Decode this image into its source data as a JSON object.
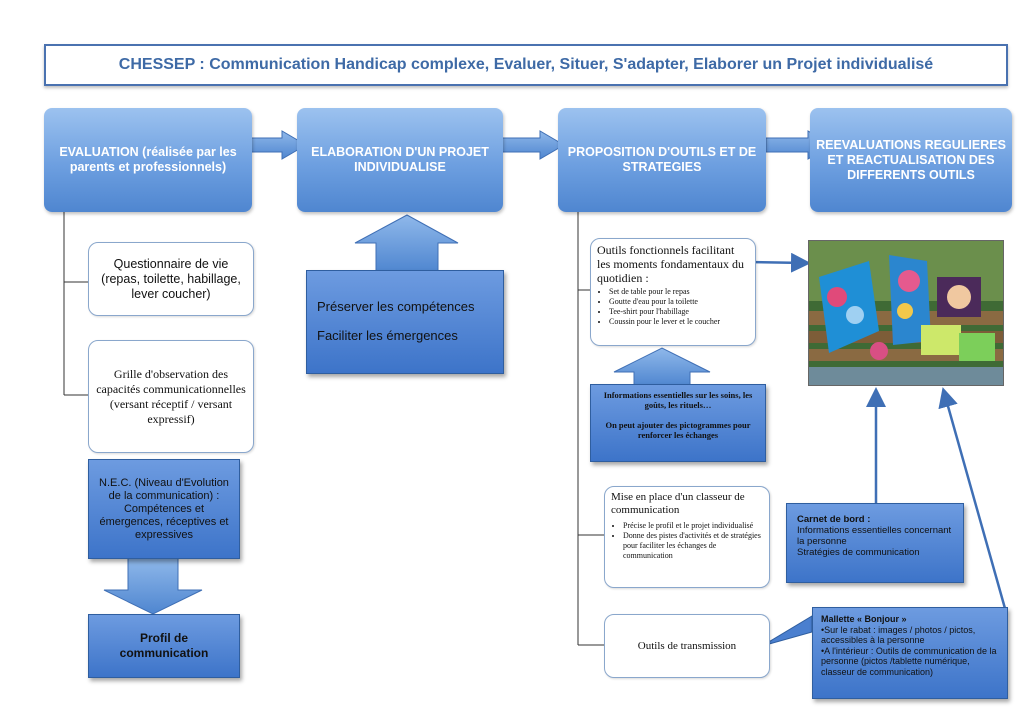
{
  "title": "CHESSEP : Communication Handicap complexe, Evaluer, Situer, S'adapter, Elaborer un Projet individualisé",
  "stages": {
    "evaluation": "EVALUATION (réalisée par les parents et professionnels)",
    "projet": "ELABORATION D'UN PROJET INDIVIDUALISE",
    "outils": "PROPOSITION D'OUTILS ET DE STRATEGIES",
    "reeval": "REEVALUATIONS REGULIERES ET REACTUALISATION DES DIFFERENTS OUTILS"
  },
  "evaluation_children": {
    "questionnaire": "Questionnaire de vie (repas, toilette, habillage, lever coucher)",
    "grille": "Grille d'observation des capacités communicationnelles (versant réceptif / versant expressif)",
    "nec": "N.E.C. (Niveau d'Evolution de la communication) : Compétences et émergences, réceptives et expressives",
    "profil": "Profil de communication"
  },
  "projet_children": {
    "line1": "Préserver les compétences",
    "line2": "Faciliter les émergences"
  },
  "outils_children": {
    "fonctionnels": {
      "title": "Outils fonctionnels facilitant les moments fondamentaux du quotidien :",
      "items": [
        "Set de table pour le repas",
        "Goutte d'eau pour la toilette",
        "Tee-shirt pour l'habillage",
        "Coussin pour le lever et le coucher"
      ]
    },
    "infos": {
      "line1": "Informations essentielles sur les soins, les goûts, les rituels…",
      "line2": "On peut ajouter des pictogrammes pour renforcer les échanges"
    },
    "classeur": {
      "title": "Mise en place d'un classeur de communication",
      "items": [
        "Précise le profil et le projet individualisé",
        "Donne des pistes d'activités et de stratégies pour faciliter les échanges de communication"
      ]
    },
    "transmission": "Outils de transmission"
  },
  "carnet": {
    "title": "Carnet de bord :",
    "line1": "Informations essentielles concernant la personne",
    "line2": "Stratégies de communication"
  },
  "mallette": {
    "title": "Mallette « Bonjour »",
    "line1": "•Sur le rabat : images / photos / pictos, accessibles à la personne",
    "line2": "•A l'intérieur : Outils de communication de la personne (pictos /tablette numérique, classeur de communication)"
  },
  "colors": {
    "stage_blue": "#6d9fe0",
    "dark_blue": "#3d74c9",
    "title_blue": "#3e6aa6"
  }
}
